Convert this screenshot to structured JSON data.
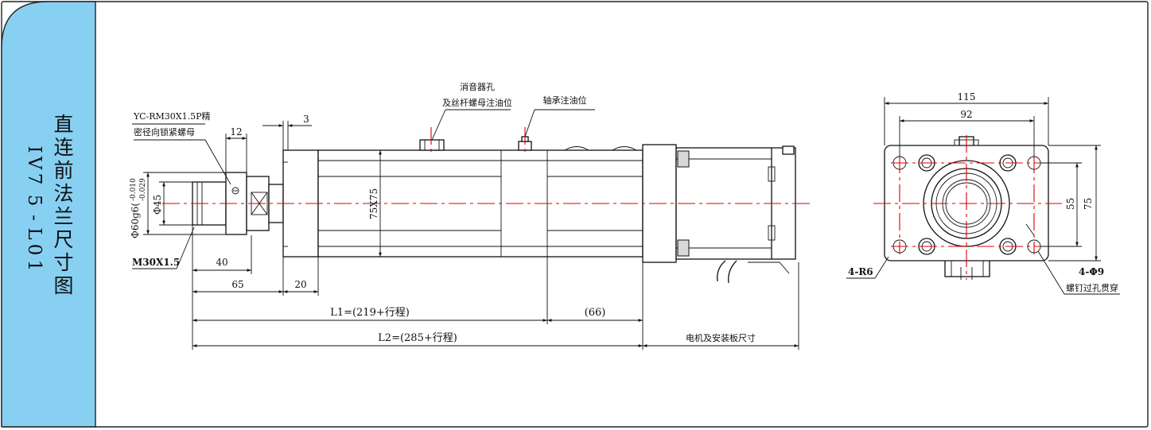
{
  "colors": {
    "sidebar_fill": "#88d0f2",
    "frame": "#222222",
    "centerline": "#e00000"
  },
  "sidebar": {
    "title_chars": [
      "直",
      "连",
      "前",
      "法",
      "兰",
      "尺",
      "寸",
      "图"
    ],
    "model_chars": [
      "I",
      "V",
      "7",
      "5",
      "-",
      "L",
      "0",
      "1"
    ]
  },
  "dims": {
    "lock_note_line1": "YC-RM30X1.5P精",
    "lock_note_line2": "密径向锁紧螺母",
    "d12": "12",
    "d3": "3",
    "muffler_line1": "消音器孔",
    "muffler_line2": "及丝杆螺母注油位",
    "bearing_oil": "轴承注油位",
    "phi60": "Φ60g6(",
    "phi60_upper": "-0.010",
    "phi60_lower": "-0.029",
    "phi45": "Φ45",
    "sq75": "75X75",
    "m30": "M30X1.5",
    "d40": "40",
    "d65": "65",
    "d20": "20",
    "L1": "L1=(219+行程)",
    "d66": "(66)",
    "L2": "L2=(285+行程)",
    "motor_note": "电机及安装板尺寸",
    "d115": "115",
    "d92": "92",
    "d55": "55",
    "d75": "75",
    "r6": "4-R6",
    "phi9": "4-Φ9",
    "through_note": "螺钉过孔贯穿"
  }
}
